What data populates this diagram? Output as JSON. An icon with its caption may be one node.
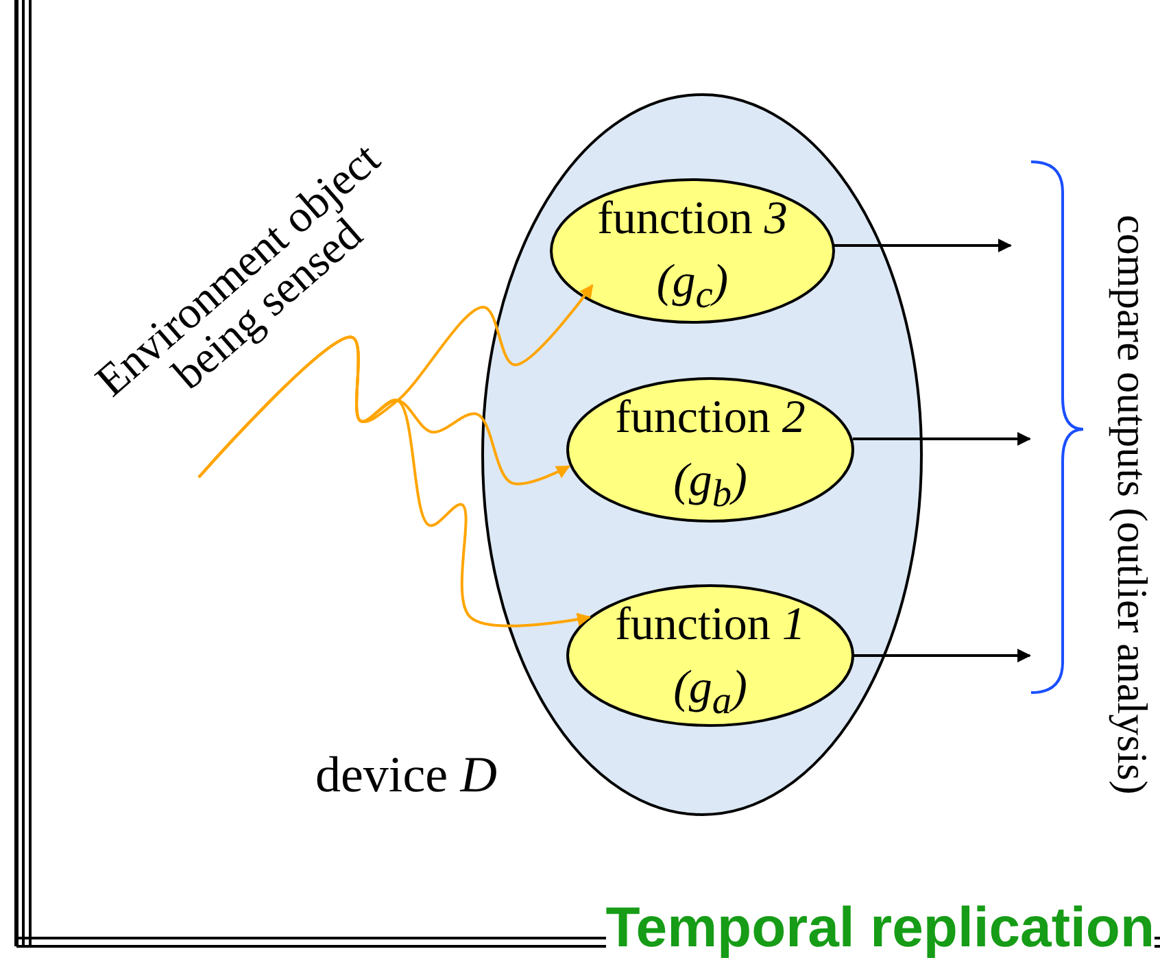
{
  "diagram": {
    "title": "Temporal replication",
    "nodes": [
      {
        "text": [
          "device *D*"
        ]
      },
      {
        "text": [
          "function *3*",
          "(g$_{c}$)"
        ],
        "in": 0
      },
      {
        "text": [
          "function *2*",
          "(g$_{b}$)"
        ],
        "in": 0
      },
      {
        "text": [
          "function *1*",
          "(g$_{a}$)"
        ],
        "in": 0
      },
      {
        "text": [
          "Environment object being sensed"
        ]
      },
      {
        "text": [],
        "shape": "brace"
      }
    ],
    "edges": [
      {
        "from": 4,
        "to": 1,
        "arrow": "to",
        "color": "#ffa500"
      },
      {
        "from": 4,
        "to": 2,
        "arrow": "to",
        "color": "#ffa500"
      },
      {
        "from": 4,
        "to": 3,
        "arrow": "to",
        "color": "#ffa500"
      },
      {
        "from": 1,
        "to": 5,
        "arrow": "to",
        "color": "#000000"
      },
      {
        "from": 2,
        "to": 5,
        "arrow": "to",
        "color": "#000000"
      },
      {
        "from": 3,
        "to": 5,
        "arrow": "to",
        "color": "#000000"
      }
    ],
    "labels": [
      "compare outputs (outlier analysis)"
    ]
  }
}
